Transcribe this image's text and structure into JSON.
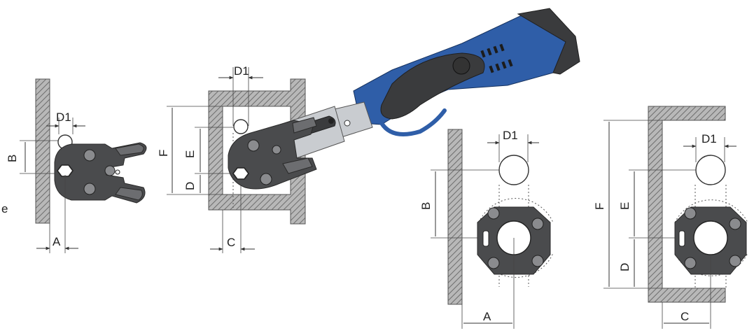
{
  "labels": {
    "d1": "D1",
    "a": "A",
    "b": "B",
    "c": "C",
    "d": "D",
    "e": "E",
    "f": "F",
    "edge_letter": "e"
  }
}
